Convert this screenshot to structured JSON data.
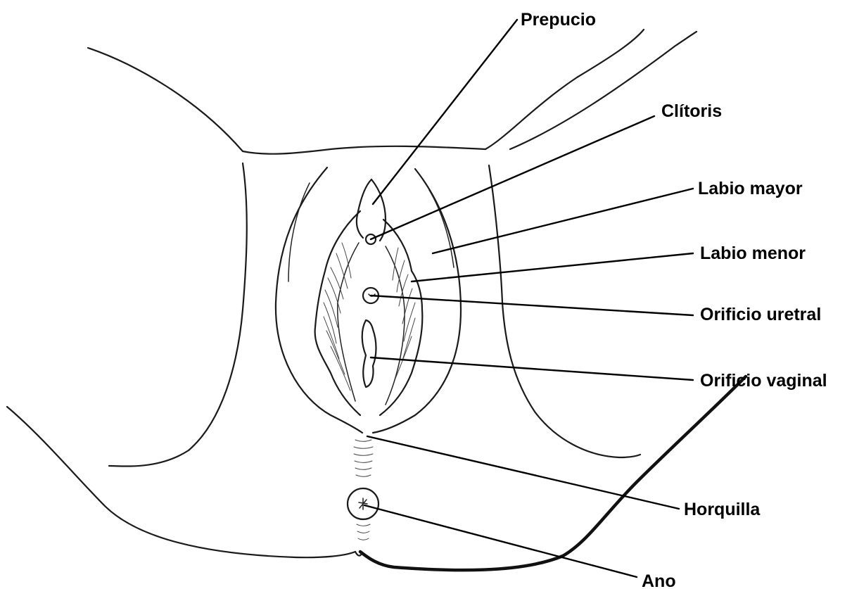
{
  "labels": {
    "prepucio": "Prepucio",
    "clitoris": "Clítoris",
    "labio_mayor": "Labio mayor",
    "labio_menor": "Labio menor",
    "orificio_uretral": "Orificio uretral",
    "orificio_vaginal": "Orificio vaginal",
    "horquilla": "Horquilla",
    "ano": "Ano"
  }
}
